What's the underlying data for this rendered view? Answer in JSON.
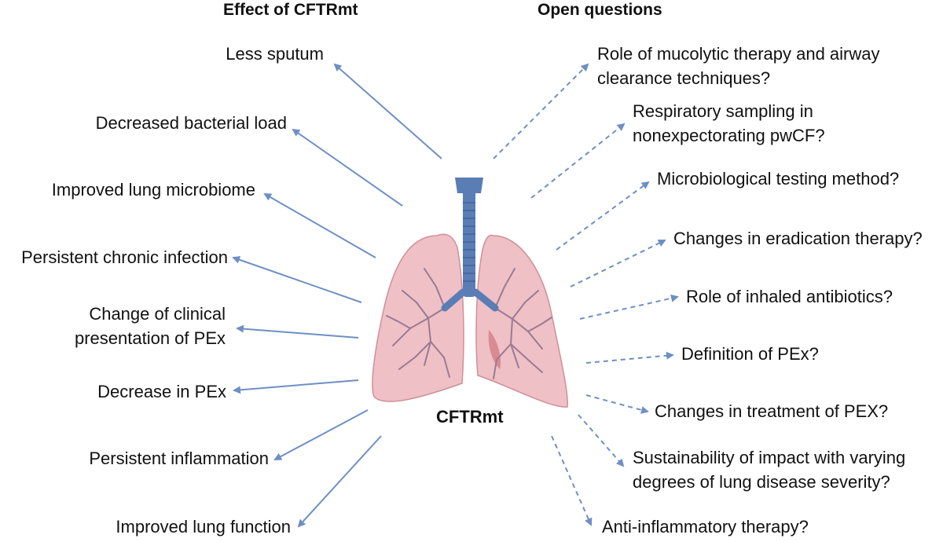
{
  "headers": {
    "left": "Effect of CFTRmt",
    "right": "Open questions"
  },
  "center_label": "CFTRmt",
  "left_items": [
    {
      "lines": [
        "Less sputum"
      ]
    },
    {
      "lines": [
        "Decreased bacterial load"
      ]
    },
    {
      "lines": [
        "Improved lung microbiome"
      ]
    },
    {
      "lines": [
        "Persistent chronic infection"
      ]
    },
    {
      "lines": [
        "Change of clinical",
        "presentation of PEx"
      ]
    },
    {
      "lines": [
        "Decrease in PEx"
      ]
    },
    {
      "lines": [
        "Persistent inflammation"
      ]
    },
    {
      "lines": [
        "Improved lung function"
      ]
    }
  ],
  "right_items": [
    {
      "lines": [
        "Role of mucolytic therapy and airway",
        "clearance techniques?"
      ]
    },
    {
      "lines": [
        "Respiratory sampling in",
        "nonexpectorating pwCF?"
      ]
    },
    {
      "lines": [
        "Microbiological testing method?"
      ]
    },
    {
      "lines": [
        "Changes in eradication therapy?"
      ]
    },
    {
      "lines": [
        "Role of inhaled antibiotics?"
      ]
    },
    {
      "lines": [
        "Definition of PEx?"
      ]
    },
    {
      "lines": [
        "Changes in treatment of PEX?"
      ]
    },
    {
      "lines": [
        "Sustainability of impact with varying",
        "degrees of lung disease severity?"
      ]
    },
    {
      "lines": [
        "Anti-inflammatory therapy?"
      ]
    }
  ],
  "colors": {
    "arrow": "#6d8fc4",
    "trachea": "#5a7db5",
    "lung_fill": "#efc0c5",
    "lung_stroke": "#d08f98",
    "bronchi": "#9a7a94"
  },
  "icons": {
    "solid_arrow": "arrow-solid-icon",
    "dashed_arrow": "arrow-dashed-icon",
    "lungs": "lungs-icon"
  }
}
